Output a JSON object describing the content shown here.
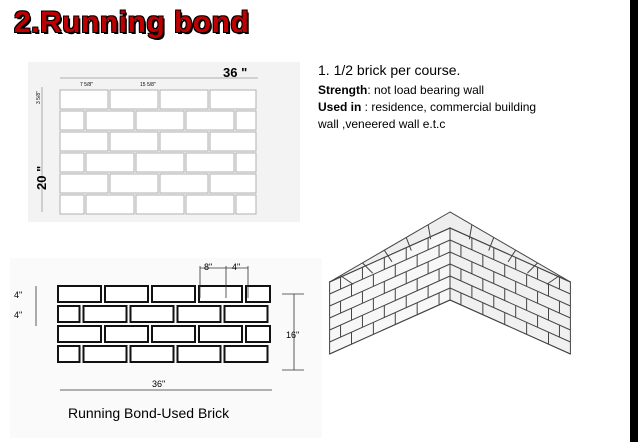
{
  "slide": {
    "title": "2.Running bond",
    "title_color": "#c00000"
  },
  "info": {
    "line1": "1. 1/2 brick per course.",
    "strength_label": "Strength",
    "strength_text": ": not load bearing wall",
    "used_label": "Used in",
    "used_text": " : residence, commercial building",
    "used_text_2": "wall ,veneered wall e.t.c"
  },
  "figure_top": {
    "width_label": "36 \"",
    "height_label": "20 \"",
    "small_dim_1": "7 5/8\"",
    "small_dim_2": "15 5/8\"",
    "small_dim_3": "3 5/8\""
  },
  "figure_bottom": {
    "dim_8": "8\"",
    "dim_4_top": "4\"",
    "dim_4_a": "4\"",
    "dim_4_b": "4\"",
    "dim_16": "16\"",
    "dim_36": "36\"",
    "caption": "Running Bond-Used Brick"
  }
}
